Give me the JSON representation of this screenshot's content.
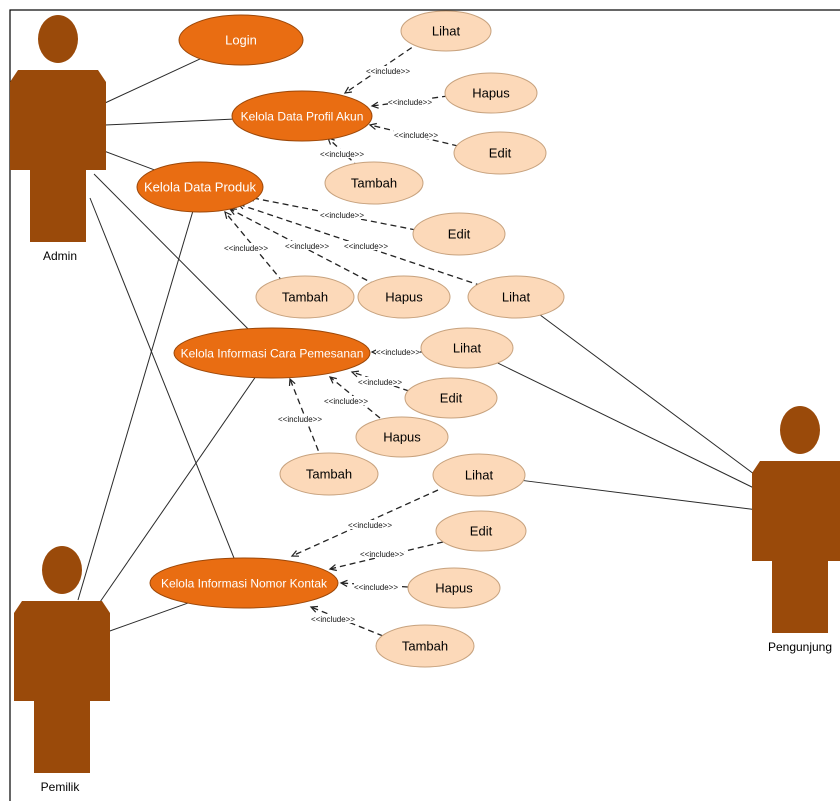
{
  "actors": [
    {
      "id": "admin",
      "label": "Admin"
    },
    {
      "id": "pemilik",
      "label": "Pemilik"
    },
    {
      "id": "pengunjung",
      "label": "Pengunjung"
    }
  ],
  "use_cases": [
    {
      "id": "login",
      "label": "Login",
      "kind": "main"
    },
    {
      "id": "profil",
      "label": "Kelola Data Profil Akun",
      "kind": "main"
    },
    {
      "id": "produk",
      "label": "Kelola Data Produk",
      "kind": "main"
    },
    {
      "id": "pemesanan",
      "label": "Kelola Informasi Cara Pemesanan",
      "kind": "main"
    },
    {
      "id": "kontak",
      "label": "Kelola Informasi Nomor Kontak",
      "kind": "main"
    },
    {
      "id": "p_lihat",
      "label": "Lihat",
      "kind": "sub"
    },
    {
      "id": "p_hapus",
      "label": "Hapus",
      "kind": "sub"
    },
    {
      "id": "p_edit",
      "label": "Edit",
      "kind": "sub"
    },
    {
      "id": "p_tambah",
      "label": "Tambah",
      "kind": "sub"
    },
    {
      "id": "d_edit",
      "label": "Edit",
      "kind": "sub"
    },
    {
      "id": "d_tambah",
      "label": "Tambah",
      "kind": "sub"
    },
    {
      "id": "d_hapus",
      "label": "Hapus",
      "kind": "sub"
    },
    {
      "id": "d_lihat",
      "label": "Lihat",
      "kind": "sub"
    },
    {
      "id": "c_lihat",
      "label": "Lihat",
      "kind": "sub"
    },
    {
      "id": "c_edit",
      "label": "Edit",
      "kind": "sub"
    },
    {
      "id": "c_hapus",
      "label": "Hapus",
      "kind": "sub"
    },
    {
      "id": "c_tambah",
      "label": "Tambah",
      "kind": "sub"
    },
    {
      "id": "k_lihat",
      "label": "Lihat",
      "kind": "sub"
    },
    {
      "id": "k_edit",
      "label": "Edit",
      "kind": "sub"
    },
    {
      "id": "k_hapus",
      "label": "Hapus",
      "kind": "sub"
    },
    {
      "id": "k_tambah",
      "label": "Tambah",
      "kind": "sub"
    }
  ],
  "associations": [
    [
      "admin",
      "login"
    ],
    [
      "admin",
      "profil"
    ],
    [
      "admin",
      "produk"
    ],
    [
      "admin",
      "pemesanan"
    ],
    [
      "admin",
      "kontak"
    ],
    [
      "pemilik",
      "produk"
    ],
    [
      "pemilik",
      "pemesanan"
    ],
    [
      "pemilik",
      "kontak"
    ],
    [
      "pengunjung",
      "d_lihat"
    ],
    [
      "pengunjung",
      "c_lihat"
    ],
    [
      "pengunjung",
      "k_lihat"
    ]
  ],
  "include_label": "<<include>>",
  "includes": [
    {
      "from": "p_lihat",
      "to": "profil"
    },
    {
      "from": "p_hapus",
      "to": "profil"
    },
    {
      "from": "p_edit",
      "to": "profil"
    },
    {
      "from": "p_tambah",
      "to": "profil"
    },
    {
      "from": "d_edit",
      "to": "produk"
    },
    {
      "from": "d_tambah",
      "to": "produk"
    },
    {
      "from": "d_hapus",
      "to": "produk"
    },
    {
      "from": "d_lihat",
      "to": "produk"
    },
    {
      "from": "c_lihat",
      "to": "pemesanan"
    },
    {
      "from": "c_edit",
      "to": "pemesanan"
    },
    {
      "from": "c_hapus",
      "to": "pemesanan"
    },
    {
      "from": "c_tambah",
      "to": "pemesanan"
    },
    {
      "from": "k_lihat",
      "to": "kontak"
    },
    {
      "from": "k_edit",
      "to": "kontak"
    },
    {
      "from": "k_hapus",
      "to": "kontak"
    },
    {
      "from": "k_tambah",
      "to": "kontak"
    }
  ],
  "colors": {
    "actor": "#9a4a0a",
    "main_fill": "#e96d12",
    "main_stroke": "#9c4708",
    "sub_fill": "#fcd9b9",
    "sub_stroke": "#c7a27e",
    "frame": "#000000"
  }
}
